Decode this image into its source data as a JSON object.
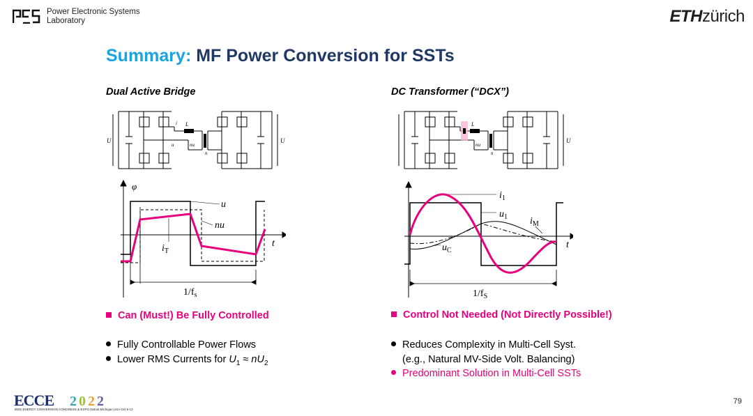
{
  "header": {
    "lab_line1": "Power Electronic Systems",
    "lab_line2": "Laboratory",
    "eth_bold": "ETH",
    "eth_rest": "zürich"
  },
  "title": {
    "highlight": "Summary:",
    "rest": " MF Power Conversion for SSTs"
  },
  "left": {
    "heading": "Dual Active Bridge",
    "pink_point": "Can (Must!) Be Fully Controlled",
    "bullets": [
      "Fully Controllable Power Flows",
      "Lower RMS Currents for "
    ],
    "formula": {
      "u1": "U",
      "sub1": "1",
      "approx": " ≈ ",
      "n": "nU",
      "sub2": "2"
    },
    "circuit_labels": {
      "U1": "U",
      "U2": "U",
      "L": "L",
      "i1": "i",
      "u1": "u",
      "nu2": "nu",
      "n": "n"
    },
    "wave_labels": {
      "phi": "φ",
      "u1": "u",
      "nu2": "nu",
      "iT": "i",
      "T_sub": "T",
      "t": "t",
      "period": "1/f",
      "period_sub": "s"
    }
  },
  "right": {
    "heading": "DC Transformer (“DCX”)",
    "pink_point": "Control Not Needed (Not Directly Possible!)",
    "bullets": [
      "Reduces Complexity in Multi-Cell Syst.",
      "(e.g., Natural MV-Side Volt. Balancing)"
    ],
    "pink_bullet": "Predominant Solution in Multi-Cell SSTs",
    "wave_labels": {
      "i1": "i",
      "u1": "u",
      "iM": "i",
      "M_sub": "M",
      "uC": "u",
      "C_sub": "C",
      "t": "t",
      "period": "1/f",
      "period_sub": "S"
    }
  },
  "footer": {
    "ecce": "ECCE 2022",
    "ecce_sub": "IEEE ENERGY CONVERSION CONGRESS & EXPO  Detroit,Michigan,USA  Oct 9-13",
    "page": "79"
  },
  "colors": {
    "accent": "#1aa3e0",
    "title": "#1f3864",
    "pink": "#e6007e"
  }
}
